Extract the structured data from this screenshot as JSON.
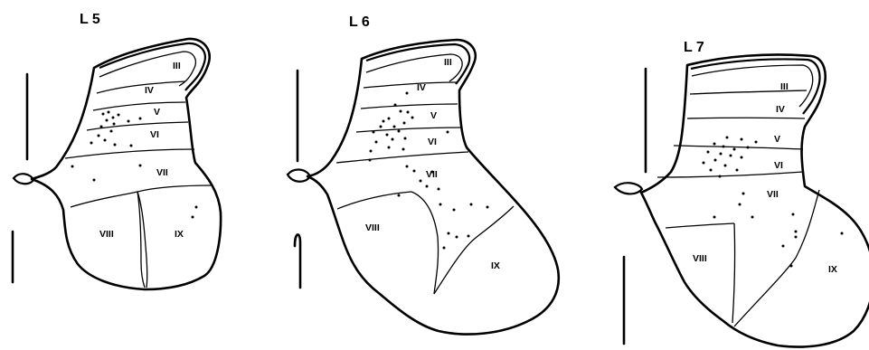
{
  "sections": [
    {
      "title": "L 5",
      "labels": {
        "III": "III",
        "IV": "IV",
        "V": "V",
        "VI": "VI",
        "VII": "VII",
        "VIII": "VIII",
        "IX": "IX"
      }
    },
    {
      "title": "L 6",
      "labels": {
        "III": "III",
        "IV": "IV",
        "V": "V",
        "VI": "VI",
        "VII": "VII",
        "VIII": "VIII",
        "IX": "IX"
      }
    },
    {
      "title": "L 7",
      "labels": {
        "III": "III",
        "IV": "IV",
        "V": "V",
        "VI": "VI",
        "VII": "VII",
        "VIII": "VIII",
        "IX": "IX"
      }
    }
  ]
}
